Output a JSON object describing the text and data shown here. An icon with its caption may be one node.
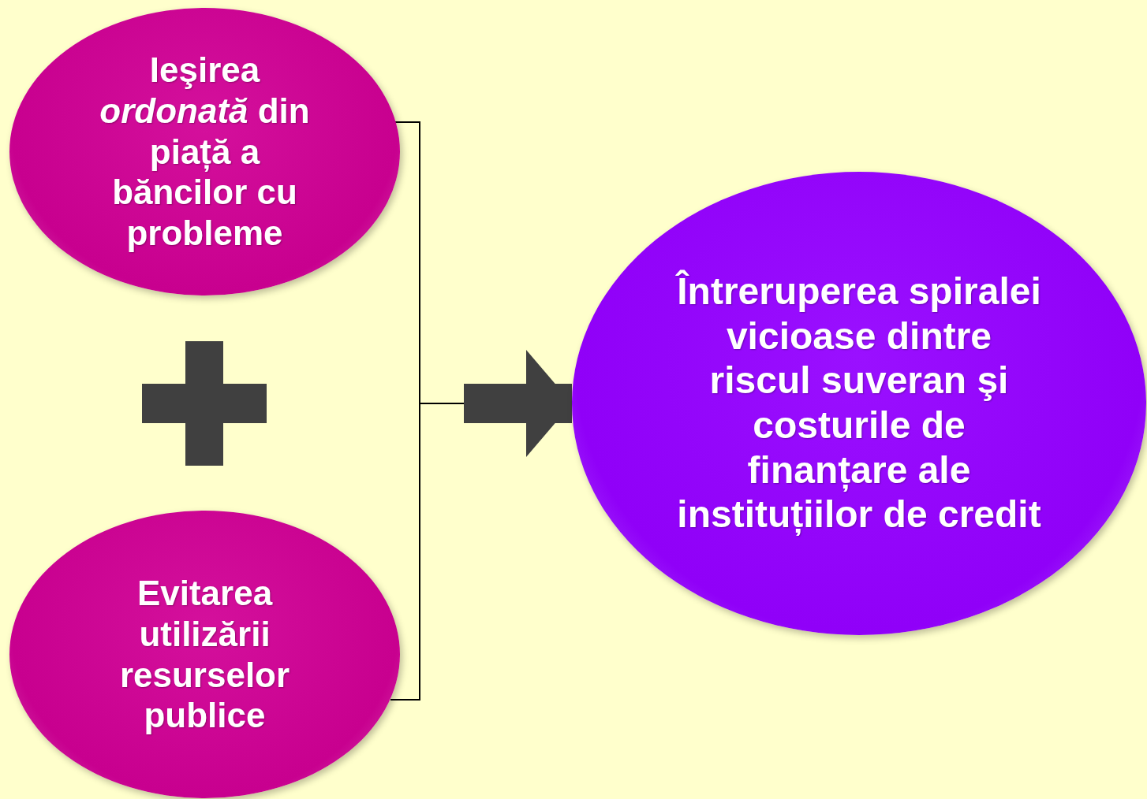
{
  "diagram": {
    "nodes": [
      {
        "text": [
          "Ieşirea *ordonată* din piață a băncilor cu probleme"
        ]
      },
      {
        "text": [
          "Evitarea utilizării resurselor publice"
        ]
      },
      {
        "text": [
          "Întreruperea spiralei vicioase dintre riscul suveran şi costurile de finanțare ale instituțiilor de credit"
        ]
      }
    ],
    "edges": [
      {
        "from": 0,
        "to": 2,
        "arrow": "to"
      },
      {
        "from": 1,
        "to": 2,
        "arrow": "to"
      }
    ]
  }
}
